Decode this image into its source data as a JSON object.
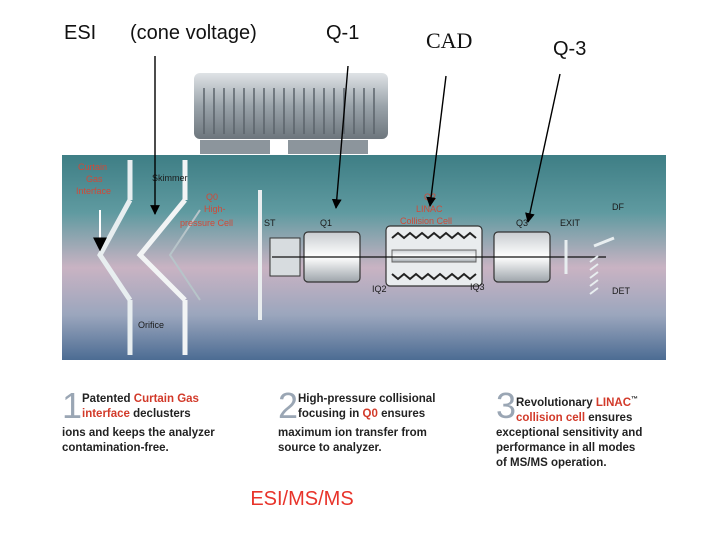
{
  "top_labels": {
    "esi": "ESI",
    "cone_voltage": "(cone voltage)",
    "q1": "Q-1",
    "cad": "CAD",
    "q3": "Q-3"
  },
  "diagram_labels": {
    "curtain_gas_interface": [
      "Curtain",
      "Gas",
      "Interface"
    ],
    "skimmer": "Skimmer",
    "q0": [
      "Q0",
      "High-",
      "pressure Cell"
    ],
    "st": "ST",
    "q1": "Q1",
    "q2": [
      "Q2",
      "LINAC",
      "Collision Cell"
    ],
    "q3": "Q3",
    "exit": "EXIT",
    "df": "DF",
    "iq2": "IQ2",
    "iq3": "IQ3",
    "det": "DET",
    "orifice": "Orifice"
  },
  "features": [
    {
      "number": "1",
      "line1_pre": "Patented ",
      "line1_red": "Curtain Gas",
      "line2_red": "interface",
      "line2_post": " declusters",
      "line3": "ions and keeps the analyzer",
      "line4": "contamination-free."
    },
    {
      "number": "2",
      "line1": "High-pressure collisional",
      "line2_pre": "focusing in ",
      "line2_red": "Q0",
      "line2_post": " ensures",
      "line3": "maximum ion transfer from",
      "line4": "source to analyzer."
    },
    {
      "number": "3",
      "line1_pre": "Revolutionary ",
      "line1_red": "LINAC",
      "line1_tm": "™",
      "line2_red": "collision cell",
      "line2_post": " ensures",
      "line3": "exceptional sensitivity and",
      "line4": "performance in all modes",
      "line5": "of MS/MS operation."
    }
  ],
  "bottom_caption": "ESI/MS/MS",
  "colors": {
    "accent_red": "#e8332a",
    "teal_top": "#3f7f86",
    "band_mid": "#c4b0c0",
    "band_bottom": "#4f6f96"
  }
}
